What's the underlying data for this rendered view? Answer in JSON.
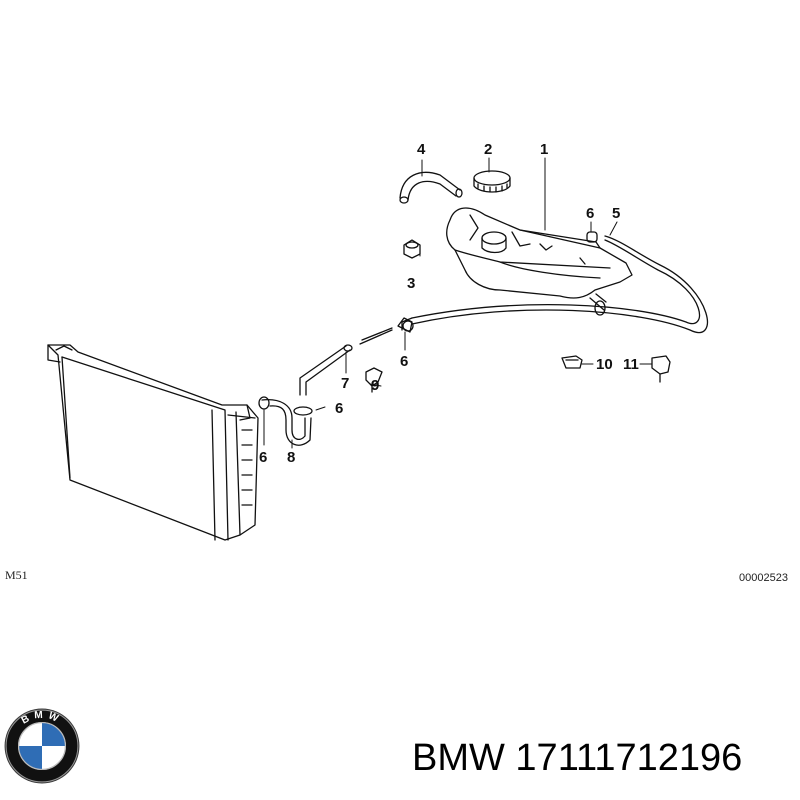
{
  "diagram": {
    "callouts": {
      "c1": "1",
      "c2": "2",
      "c3": "3",
      "c4": "4",
      "c5": "5",
      "c6a": "6",
      "c6b": "6",
      "c6c": "6",
      "c6d": "6",
      "c7": "7",
      "c8": "8",
      "c9": "9",
      "c10": "10",
      "c11": "11"
    },
    "engine_code": "M51",
    "diagram_id": "00002523",
    "line_color": "#111111"
  },
  "brand": {
    "logo_letters": "BMW",
    "logo_colors": {
      "ring": "#111111",
      "blue": "#2f6db5",
      "white": "#ffffff"
    },
    "part_label": "BMW 17111712196"
  }
}
